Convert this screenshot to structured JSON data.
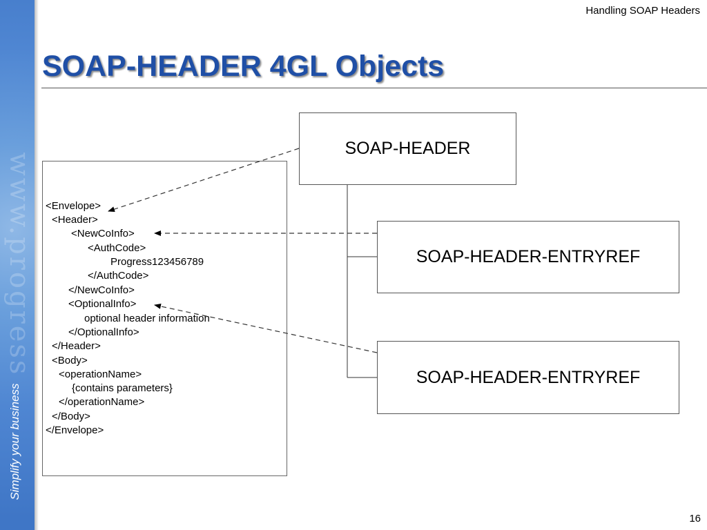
{
  "slide": {
    "header_label": "Handling SOAP Headers",
    "title": "SOAP-HEADER 4GL Objects",
    "page_number": "16",
    "tagline": "Simplify your business",
    "watermark": "www.progress"
  },
  "xml_panel": {
    "lines": [
      "<Envelope>",
      "<Header>",
      "<NewCoInfo>",
      "<AuthCode>",
      "Progress123456789",
      "</AuthCode>",
      "</NewCoInfo>",
      "<OptionalInfo>",
      "optional header information",
      "</OptionalInfo>",
      "</Header>",
      "<Body>",
      "<operationName>",
      "{contains parameters}",
      "</operationName>",
      "</Body>",
      "</Envelope>"
    ]
  },
  "objects": {
    "header_box": "SOAP-HEADER",
    "entry_box_1": "SOAP-HEADER-ENTRYREF",
    "entry_box_2": "SOAP-HEADER-ENTRYREF"
  },
  "colors": {
    "title": "#1f4fa6",
    "sidebar": "#4f86d2"
  }
}
